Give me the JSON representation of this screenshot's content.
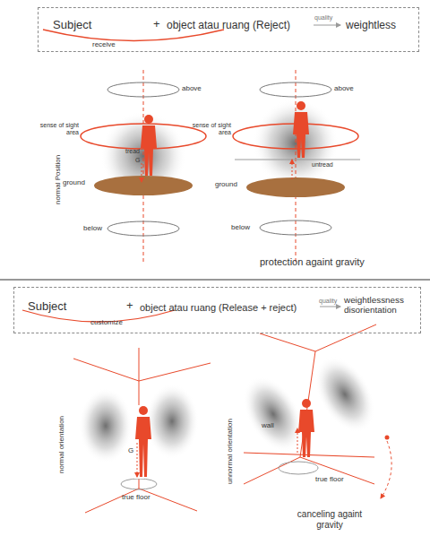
{
  "diagram": {
    "nodes": [
      {
        "text": [
          "Subject",
          "+",
          "object atau ruang (Reject)",
          "quality",
          "weightless",
          "receive"
        ]
      },
      {
        "text": [
          "Subject",
          "+",
          "object atau ruang (Release + reject)",
          "quality",
          "weightlessness disorientation",
          "customize"
        ]
      }
    ],
    "labels": [
      "above",
      "sense of sight area",
      "tread",
      "G",
      "ground",
      "below",
      "normal Position",
      "above",
      "sense of sight area",
      "untread",
      "ground",
      "below",
      "protection againt gravity",
      "normal orientation",
      "G",
      "true floor",
      "unnormal orientation",
      "wall",
      "true floor",
      "canceling againt gravity"
    ]
  }
}
